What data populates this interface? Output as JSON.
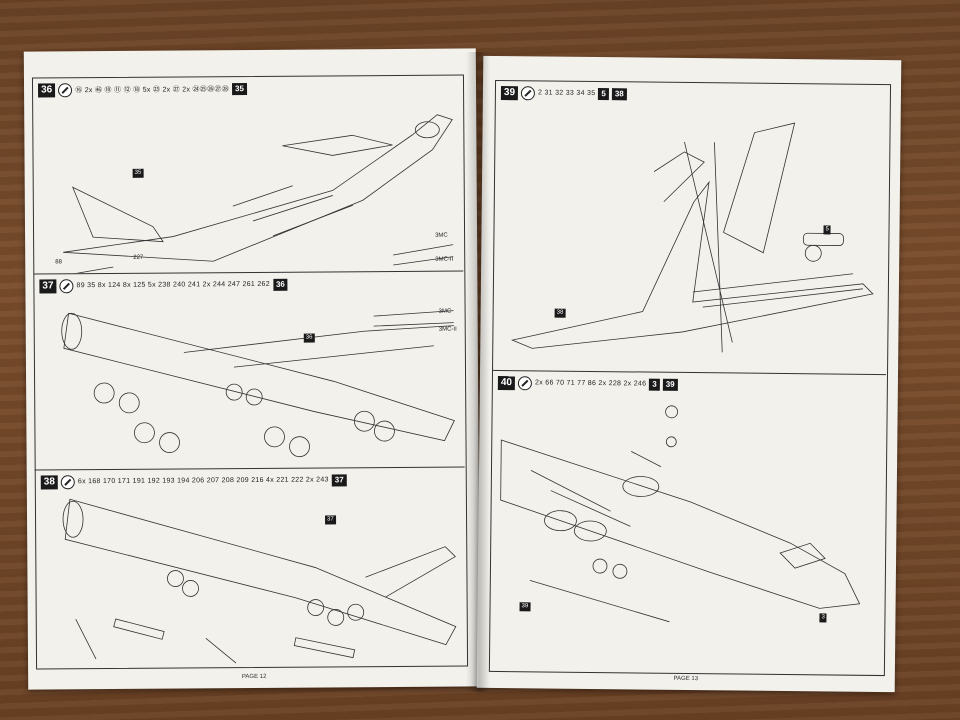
{
  "left_page": {
    "page_number": "PAGE 12",
    "steps": [
      {
        "number": "36",
        "parts": "⑯ 2x ㊻ ⑩ ⑪ ⑫ ⑱ 5x ㉓ 2x ㉗ 2x ㉔㉕㉖㉗㉘",
        "ref": "35",
        "callouts": [
          "35",
          "3MC",
          "3MC-II",
          "88",
          "227"
        ]
      },
      {
        "number": "37",
        "parts": "89 35 8x 124 8x 125 5x 238 240 241 2x 244 247 261 262",
        "ref": "36",
        "callouts": [
          "36",
          "3MC",
          "3MC-II"
        ]
      },
      {
        "number": "38",
        "parts": "6x 168 170 171 191 192 193 194 206 207 208 209 216 4x 221 222 2x 243",
        "ref": "37",
        "callouts": [
          "37"
        ]
      }
    ]
  },
  "right_page": {
    "page_number": "PAGE 13",
    "steps": [
      {
        "number": "39",
        "parts": "2 31 32 33 34 35",
        "refs": [
          "5",
          "38"
        ],
        "callouts": [
          "5",
          "38"
        ]
      },
      {
        "number": "40",
        "parts": "2x 66 70 71 77 86 2x 228 2x 246",
        "refs": [
          "3",
          "39"
        ],
        "callouts": [
          "39",
          "3"
        ]
      }
    ]
  }
}
